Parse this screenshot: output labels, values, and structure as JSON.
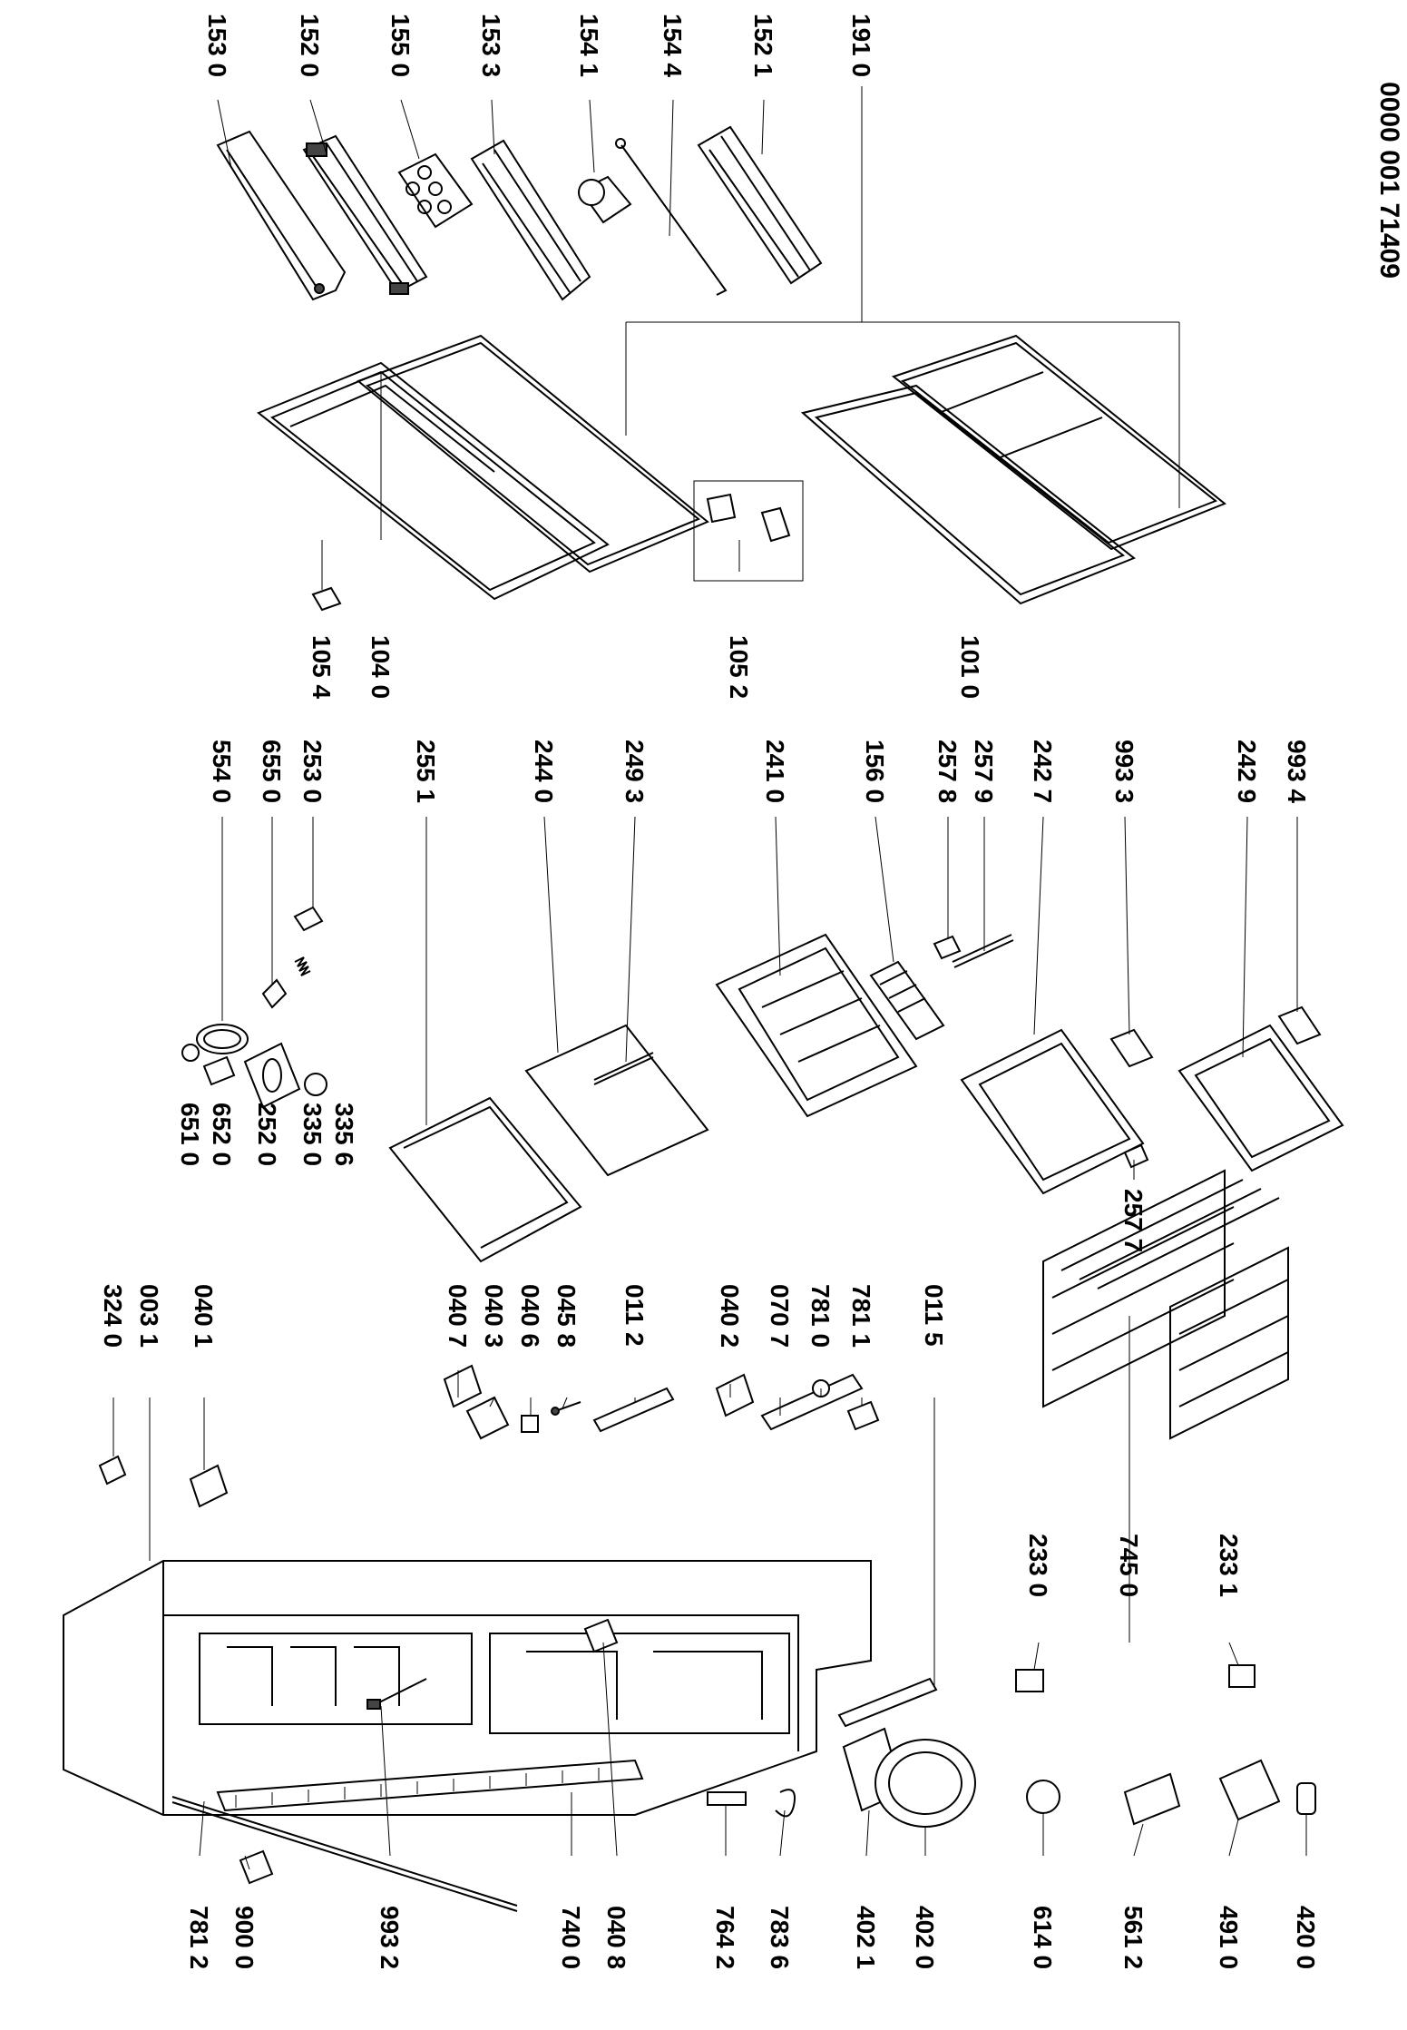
{
  "document": {
    "code": "0000 001 71409"
  },
  "labels": {
    "l153_0": "153 0",
    "l152_0": "152 0",
    "l155_0": "155 0",
    "l153_3": "153 3",
    "l154_1": "154 1",
    "l154_4": "154 4",
    "l152_1": "152 1",
    "l191_0": "191 0",
    "l105_4": "105 4",
    "l104_0": "104 0",
    "l105_2": "105 2",
    "l101_0": "101 0",
    "l554_0": "554 0",
    "l655_0": "655 0",
    "l253_0": "253 0",
    "l255_1": "255 1",
    "l244_0": "244 0",
    "l249_3": "249 3",
    "l241_0": "241 0",
    "l156_0": "156 0",
    "l257_8": "257 8",
    "l257_9": "257 9",
    "l242_7": "242 7",
    "l993_3": "993 3",
    "l242_9": "242 9",
    "l993_4": "993 4",
    "l651_0": "651 0",
    "l652_0": "652 0",
    "l252_0": "252 0",
    "l335_0": "335 0",
    "l335_6": "335 6",
    "l257_7": "257 7",
    "l324_0": "324 0",
    "l003_1": "003 1",
    "l040_1": "040 1",
    "l040_7": "040 7",
    "l040_3": "040 3",
    "l040_6": "040 6",
    "l045_8": "045 8",
    "l011_2": "011 2",
    "l040_2": "040 2",
    "l070_7": "070 7",
    "l781_0": "781 0",
    "l781_1": "781 1",
    "l011_5": "011 5",
    "l781_2": "781 2",
    "l900_0": "900 0",
    "l993_2": "993 2",
    "l740_0": "740 0",
    "l040_8": "040 8",
    "l764_2": "764 2",
    "l783_6": "783 6",
    "l402_1": "402 1",
    "l402_0": "402 0",
    "l614_0": "614 0",
    "l561_2": "561 2",
    "l491_0": "491 0",
    "l420_0": "420 0",
    "l233_0": "233 0",
    "l745_0": "745 0",
    "l233_1": "233 1"
  }
}
